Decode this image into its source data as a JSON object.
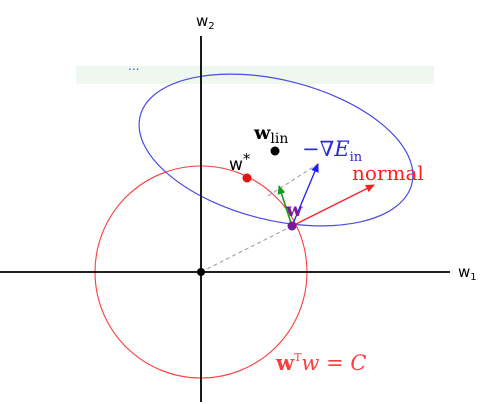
{
  "axes": {
    "x_label": "w",
    "x_sub": "1",
    "y_label": "w",
    "y_sub": "2"
  },
  "points": {
    "w_lin": {
      "main": "w",
      "sub": "lin"
    },
    "w_star": {
      "main": "w",
      "sup": "*"
    },
    "w": {
      "main": "w"
    }
  },
  "vectors": {
    "grad": {
      "main": "−∇E",
      "sub": "in"
    },
    "normal": {
      "label": "normal"
    }
  },
  "constraint": {
    "label_w1": "w",
    "label_sup": "T",
    "label_rest": "w = C"
  },
  "ellipse_note": "...",
  "colors": {
    "constraint_circle": "#ff3b3b",
    "ellipse": "#4a4ae8",
    "normal_arrow": "#ff3b3b",
    "grad_arrow": "#1a1aff",
    "green_arrow": "#1a9a1a",
    "w_point": "#7a1a9a",
    "w_star_point": "#e81010",
    "w_lin_point": "#000000",
    "band": "#eef8ee"
  }
}
